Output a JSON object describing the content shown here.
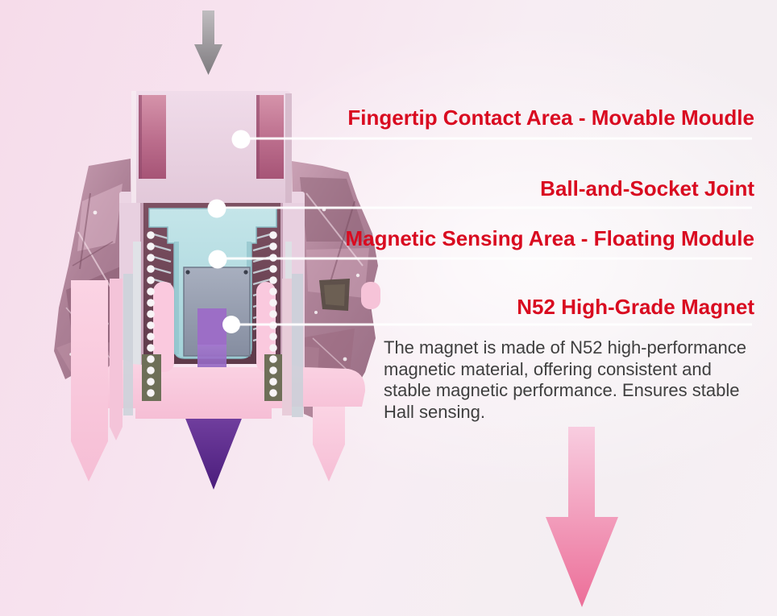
{
  "colors": {
    "accent_red": "#d90b20",
    "body_text": "#3f3f3f",
    "background_pink": "#f7e2ee",
    "callout_line_white": "#ffffff",
    "stem_pink": "#e9d2e1",
    "slot_rose": "#c0688a",
    "housing_pink": "#f9cade",
    "crinkle_wing_mauve": "#b188a0",
    "floating_module_cyan": "#b7dfe3",
    "magnet_gray": "#9aa3b4",
    "magnet_arrow_purple": "#5e2a8e",
    "press_arrow_gray": "#8a8a8d",
    "travel_arrow_pink": "#ee7ba2"
  },
  "callouts": [
    {
      "label": "Fingertip Contact Area - Movable Moudle"
    },
    {
      "label": "Ball-and-Socket Joint"
    },
    {
      "label": "Magnetic Sensing Area - Floating Module"
    },
    {
      "label": "N52 High-Grade Magnet"
    }
  ],
  "description": {
    "lines": [
      "The magnet is made of N52 high-performance",
      "magnetic material, offering consistent and",
      "stable magnetic performance. Ensures stable",
      "Hall sensing."
    ]
  },
  "icons": {
    "press_direction_arrow": "down-arrow",
    "magnet_travel_arrow": "down-arrow",
    "key_travel_arrow": "down-arrow",
    "callout_dot": "white-dot"
  }
}
